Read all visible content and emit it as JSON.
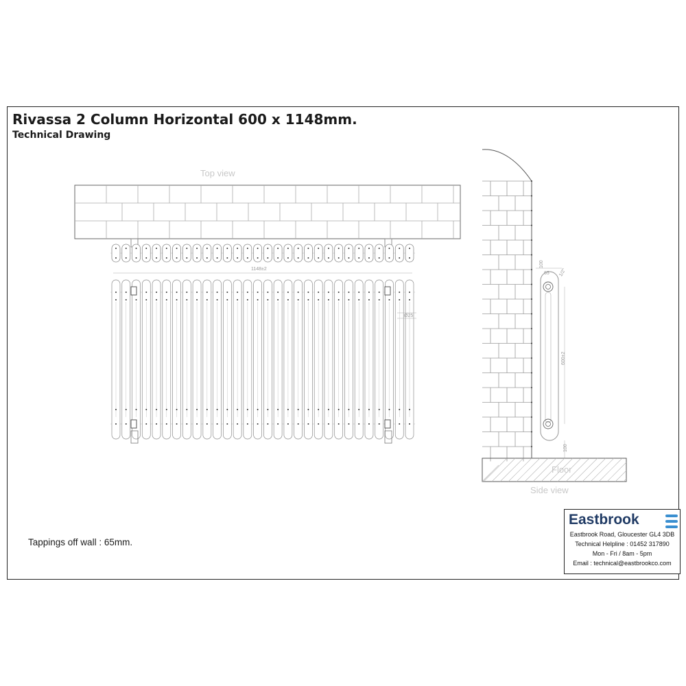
{
  "header": {
    "title": "Rivassa 2 Column Horizontal 600 x 1148mm.",
    "subtitle": "Technical Drawing"
  },
  "views": {
    "top_view_label": "Top view",
    "side_view_label": "Side view",
    "floor_label": "Floor"
  },
  "dimensions": {
    "width": "1148±2",
    "height": "600±2",
    "column_diameter": "Ø25",
    "depth": "100",
    "depth_inner": "65",
    "connection": "1/2\"",
    "floor_gap": "100"
  },
  "note": "Tappings off wall : 65mm.",
  "brand": {
    "name": "Eastbrook",
    "address": "Eastbrook Road, Gloucester GL4 3DB",
    "helpline": "Technical Helpline : 01452 317890",
    "hours": "Mon - Fri / 8am - 5pm",
    "email": "Email : technical@eastbrookco.com",
    "color": "#1f3a64",
    "logo_color": "#3a8fd0"
  },
  "diagram": {
    "column_count": 30,
    "line_color": "#8a8a8a",
    "brick_color": "#9a9a9a"
  }
}
